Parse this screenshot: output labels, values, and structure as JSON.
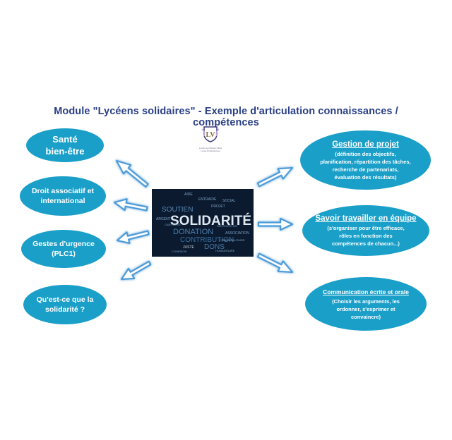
{
  "title": "Module \"Lycéens solidaires\" - Exemple d'articulation connaissances / compétences",
  "logo": {
    "line1": "Lycée Les Plessis-Viltes",
    "line2": "Lycée Professionnel"
  },
  "left_nodes": [
    {
      "lines": [
        "Santé",
        "bien-être"
      ]
    },
    {
      "lines": [
        "Droit associatif et",
        "international"
      ]
    },
    {
      "lines": [
        "Gestes d'urgence",
        "(PLC1)"
      ]
    },
    {
      "lines": [
        "Qu'est-ce que la",
        "solidarité ?"
      ]
    }
  ],
  "right_nodes": [
    {
      "head": "Gestion de projet",
      "sub": [
        "(définition des objectifs,",
        "planification, répartition des tâches,",
        "recherche de partenariats,",
        "évaluation des résultats)"
      ]
    },
    {
      "head": "Savoir travailler en équipe",
      "sub": [
        "(s'organiser pour être efficace,",
        "rôles en fonction des",
        "compétences de chacun...)"
      ]
    },
    {
      "head": "Communication écrite et orale",
      "sub": [
        "(Choisir les arguments, les",
        "ordonner, s'exprimer et",
        "convaincre)"
      ]
    }
  ],
  "centre_words": {
    "main": "SOLIDARITÉ",
    "words": [
      "DONATION",
      "CONTRIBUTION",
      "SOUTIEN",
      "DONS",
      "AIDE",
      "ARGENT",
      "JUSTE",
      "COHESION",
      "ASSOCIATION",
      "COMMUNAUTAIRE",
      "CARITATIVE",
      "PARTICIPATIVE",
      "HUMANITAIRE",
      "SOCIAL",
      "PROJET",
      "ENTRAIDE"
    ]
  },
  "colors": {
    "oval": "#1a9fc9",
    "title": "#2a3f86",
    "arrow": "#4a9ad8"
  }
}
